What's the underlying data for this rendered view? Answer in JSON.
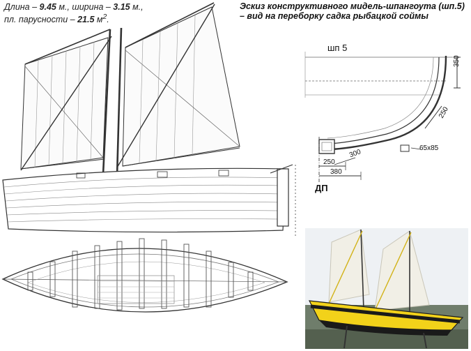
{
  "specs": {
    "line1_prefix": "Длина – ",
    "length": "9.45",
    "line1_mid": " м., ширина – ",
    "width": "3.15",
    "line1_suffix": " м.,",
    "line2_prefix": "пл. парусности – ",
    "sail_area": "21.5",
    "line2_unit": " м",
    "line2_sup": "2",
    "line2_suffix": "."
  },
  "section_sketch": {
    "title": "Эскиз конструктивного мидель-шпангоута (шп.5) – вид на переборку садка рыбацкой соймы",
    "frame_label": "шп 5",
    "centerline_label": "ДП",
    "dimensions": {
      "height_top": "350",
      "diag": "250",
      "bottom_a": "300",
      "keel": "65х85",
      "width_inner": "250",
      "width_outer": "380"
    }
  },
  "colors": {
    "line": "#333333",
    "photo_hull": "#f2d21a",
    "photo_sail": "#f1efe6",
    "photo_sky": "#eef1f4"
  }
}
